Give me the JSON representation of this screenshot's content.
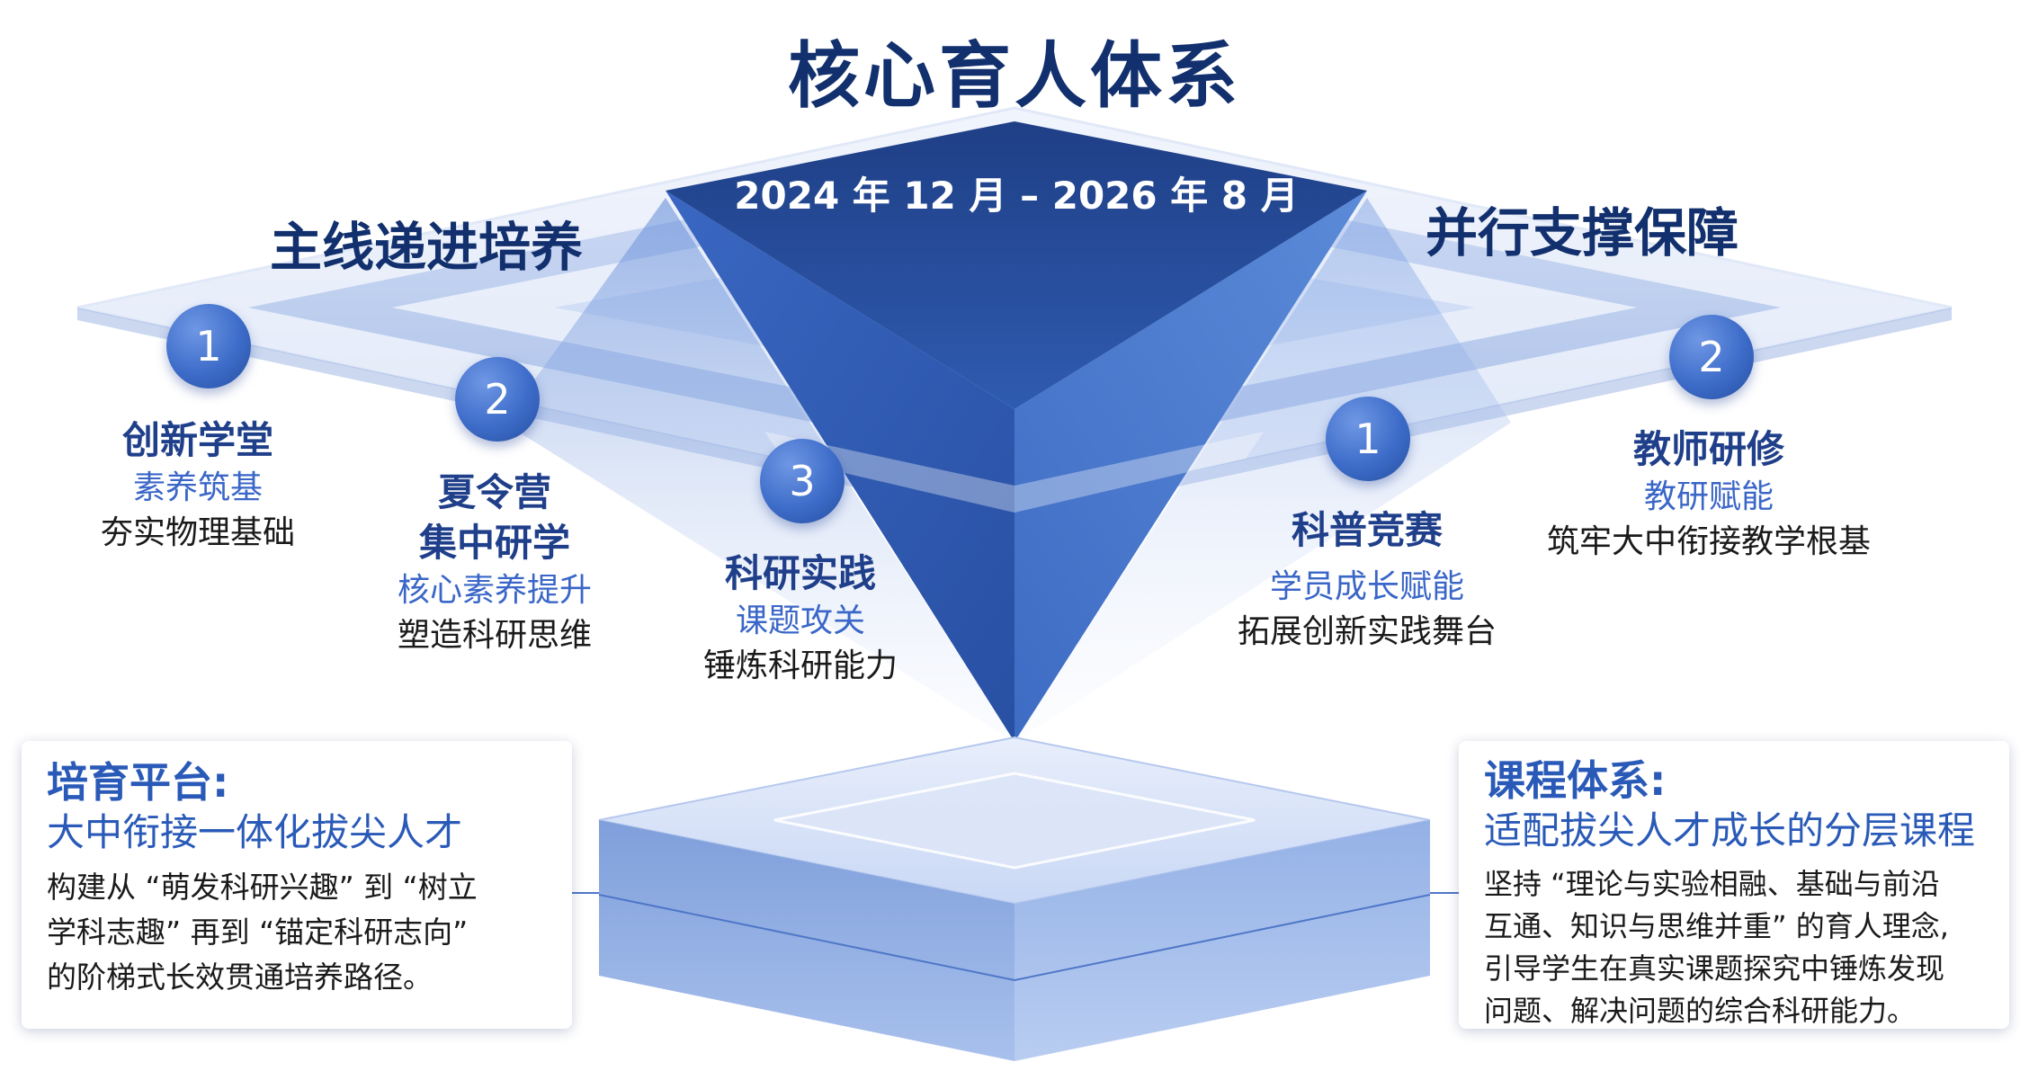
{
  "title": "核心育人体系",
  "date_range": "2024 年 12 月 – 2026 年 8 月",
  "left_section": {
    "title": "主线递进培养",
    "items": [
      {
        "num": "1",
        "name": "创新学堂",
        "sub": "素养筑基",
        "desc": "夯实物理基础"
      },
      {
        "num": "2",
        "name": "夏令营\n集中研学",
        "sub": "核心素养提升",
        "desc": "塑造科研思维"
      },
      {
        "num": "3",
        "name": "科研实践",
        "sub": "课题攻关",
        "desc": "锤炼科研能力"
      }
    ]
  },
  "right_section": {
    "title": "并行支撑保障",
    "items": [
      {
        "num": "1",
        "name": "科普竞赛",
        "sub": "学员成长赋能",
        "desc": "拓展创新实践舞台"
      },
      {
        "num": "2",
        "name": "教师研修",
        "sub": "教研赋能",
        "desc": "筑牢大中衔接教学根基"
      }
    ]
  },
  "left_card": {
    "title": "培育平台:",
    "subtitle": "大中衔接一体化拔尖人才",
    "body": "构建从 “萌发科研兴趣” 到 “树立\n学科志趣” 再到 “锚定科研志向”\n的阶梯式长效贯通培养路径。"
  },
  "right_card": {
    "title": "课程体系:",
    "subtitle": "适配拔尖人才成长的分层课程",
    "body": "坚持 “理论与实验相融、基础与前沿\n互通、知识与思维并重” 的育人理念,\n引导学生在真实课题探究中锤炼发现\n问题、解决问题的综合科研能力。"
  },
  "colors": {
    "title": "#12306e",
    "accent": "#3a66c8",
    "pyramid_dark": "#2b55a6",
    "pyramid_light": "#4d7fd4",
    "plane": "#c8d7f4"
  }
}
